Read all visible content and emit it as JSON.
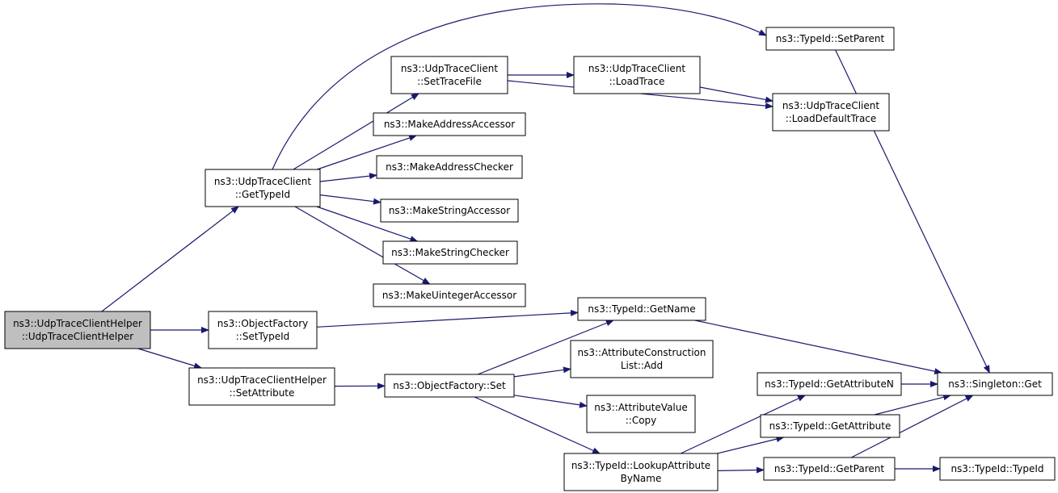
{
  "colors": {
    "edge": "#191970",
    "node_border": "#000000",
    "node_fill": "#ffffff",
    "root_fill": "#bfbfbf"
  },
  "nodes": [
    {
      "id": "root",
      "lines": [
        "ns3::UdpTraceClientHelper",
        "::UdpTraceClientHelper"
      ],
      "root": true
    },
    {
      "id": "getTypeId",
      "lines": [
        "ns3::UdpTraceClient",
        "::GetTypeId"
      ]
    },
    {
      "id": "ofSetTypeId",
      "lines": [
        "ns3::ObjectFactory",
        "::SetTypeId"
      ]
    },
    {
      "id": "helperSetAttr",
      "lines": [
        "ns3::UdpTraceClientHelper",
        "::SetAttribute"
      ]
    },
    {
      "id": "setTraceFile",
      "lines": [
        "ns3::UdpTraceClient",
        "::SetTraceFile"
      ]
    },
    {
      "id": "makeAddrAcc",
      "lines": [
        "ns3::MakeAddressAccessor"
      ]
    },
    {
      "id": "makeAddrChk",
      "lines": [
        "ns3::MakeAddressChecker"
      ]
    },
    {
      "id": "makeStrAcc",
      "lines": [
        "ns3::MakeStringAccessor"
      ]
    },
    {
      "id": "makeStrChk",
      "lines": [
        "ns3::MakeStringChecker"
      ]
    },
    {
      "id": "makeUintAcc",
      "lines": [
        "ns3::MakeUintegerAccessor"
      ]
    },
    {
      "id": "loadTrace",
      "lines": [
        "ns3::UdpTraceClient",
        "::LoadTrace"
      ]
    },
    {
      "id": "loadDefault",
      "lines": [
        "ns3::UdpTraceClient",
        "::LoadDefaultTrace"
      ]
    },
    {
      "id": "setParent",
      "lines": [
        "ns3::TypeId::SetParent"
      ]
    },
    {
      "id": "getName",
      "lines": [
        "ns3::TypeId::GetName"
      ]
    },
    {
      "id": "ofSet",
      "lines": [
        "ns3::ObjectFactory::Set"
      ]
    },
    {
      "id": "acAdd",
      "lines": [
        "ns3::AttributeConstruction",
        "List::Add"
      ]
    },
    {
      "id": "avCopy",
      "lines": [
        "ns3::AttributeValue",
        "::Copy"
      ]
    },
    {
      "id": "lookupAttr",
      "lines": [
        "ns3::TypeId::LookupAttribute",
        "ByName"
      ]
    },
    {
      "id": "getAttrN",
      "lines": [
        "ns3::TypeId::GetAttributeN"
      ]
    },
    {
      "id": "getAttr",
      "lines": [
        "ns3::TypeId::GetAttribute"
      ]
    },
    {
      "id": "getParent",
      "lines": [
        "ns3::TypeId::GetParent"
      ]
    },
    {
      "id": "singletonGet",
      "lines": [
        "ns3::Singleton::Get"
      ]
    },
    {
      "id": "typeIdTypeId",
      "lines": [
        "ns3::TypeId::TypeId"
      ]
    }
  ],
  "edges": [
    {
      "from": "root",
      "to": "getTypeId"
    },
    {
      "from": "root",
      "to": "ofSetTypeId"
    },
    {
      "from": "root",
      "to": "helperSetAttr"
    },
    {
      "from": "getTypeId",
      "to": "setTraceFile"
    },
    {
      "from": "getTypeId",
      "to": "makeAddrAcc"
    },
    {
      "from": "getTypeId",
      "to": "makeAddrChk"
    },
    {
      "from": "getTypeId",
      "to": "makeStrAcc"
    },
    {
      "from": "getTypeId",
      "to": "makeStrChk"
    },
    {
      "from": "getTypeId",
      "to": "makeUintAcc"
    },
    {
      "from": "getTypeId",
      "to": "setParent"
    },
    {
      "from": "setTraceFile",
      "to": "loadTrace"
    },
    {
      "from": "setTraceFile",
      "to": "loadDefault"
    },
    {
      "from": "loadTrace",
      "to": "loadDefault"
    },
    {
      "from": "setParent",
      "to": "singletonGet"
    },
    {
      "from": "ofSetTypeId",
      "to": "getName"
    },
    {
      "from": "getName",
      "to": "singletonGet"
    },
    {
      "from": "helperSetAttr",
      "to": "ofSet"
    },
    {
      "from": "ofSet",
      "to": "getName"
    },
    {
      "from": "ofSet",
      "to": "acAdd"
    },
    {
      "from": "ofSet",
      "to": "avCopy"
    },
    {
      "from": "ofSet",
      "to": "lookupAttr"
    },
    {
      "from": "lookupAttr",
      "to": "getAttrN"
    },
    {
      "from": "lookupAttr",
      "to": "getAttr"
    },
    {
      "from": "lookupAttr",
      "to": "getParent"
    },
    {
      "from": "getAttrN",
      "to": "singletonGet"
    },
    {
      "from": "getAttr",
      "to": "singletonGet"
    },
    {
      "from": "getParent",
      "to": "singletonGet"
    },
    {
      "from": "getParent",
      "to": "typeIdTypeId"
    }
  ]
}
